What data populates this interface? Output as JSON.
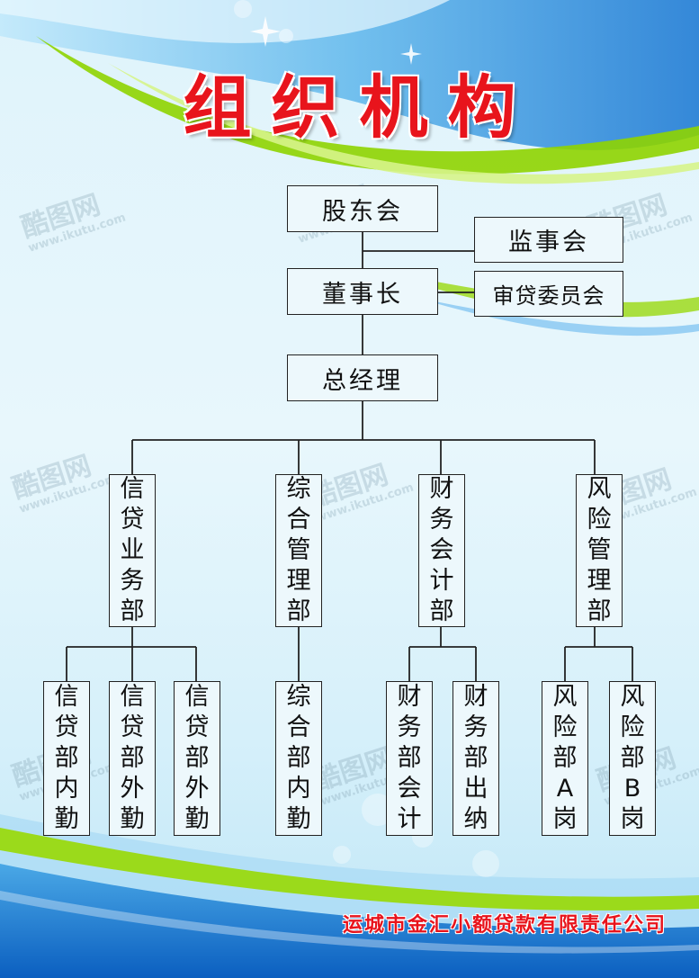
{
  "title": "组织机构",
  "watermark": {
    "brand": "酷图网",
    "url": "www.ikutu.com"
  },
  "nodes": {
    "shareholders": "股东会",
    "supervisors": "监事会",
    "chairman": "董事长",
    "credit_committee": "审贷委员会",
    "general_manager": "总经理",
    "dept_credit": "信贷业务部",
    "dept_admin": "综合管理部",
    "dept_finance": "财务会计部",
    "dept_risk": "风险管理部",
    "credit_internal": "信贷部内勤",
    "credit_field_1": "信贷部外勤",
    "credit_field_2": "信贷部外勤",
    "admin_internal": "综合部内勤",
    "finance_accounting": "财务部会计",
    "finance_cashier": "财务部出纳",
    "risk_a": "风险部A岗",
    "risk_b": "风险部B岗"
  },
  "company": "运城市金汇小额贷款有限责任公司",
  "colors": {
    "title": "#e8141c",
    "company": "#e8141c",
    "line": "#222222",
    "wave_blue": "#1a7fd6",
    "wave_green": "#8fd400"
  }
}
